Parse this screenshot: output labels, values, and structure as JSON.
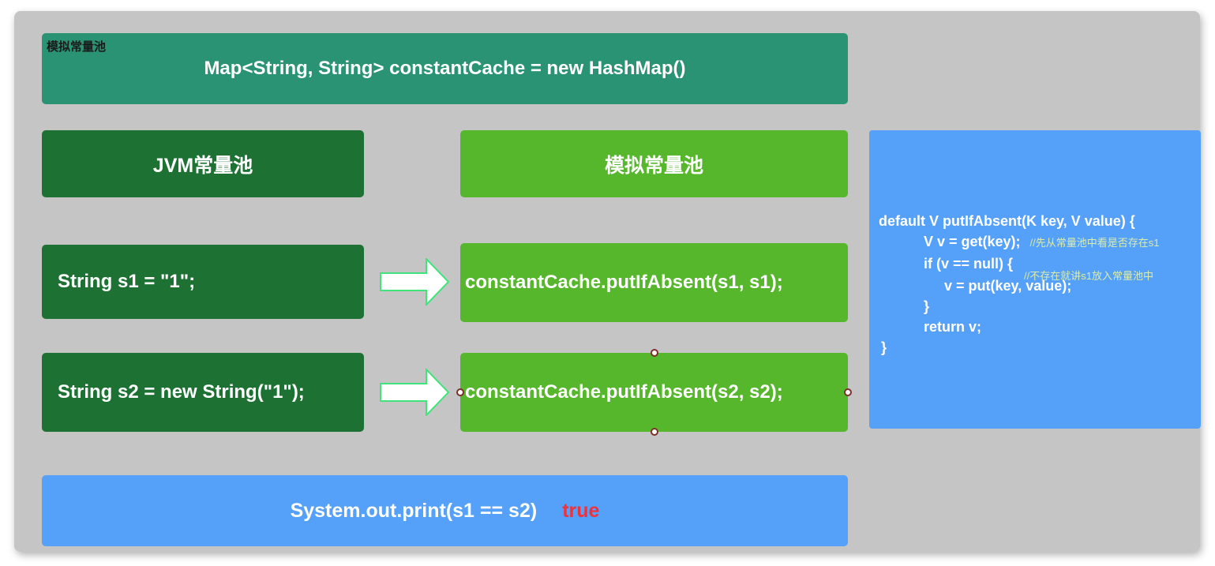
{
  "banner": {
    "label": "模拟常量池",
    "code": "Map<String, String> constantCache = new HashMap()"
  },
  "headers": {
    "jvm_pool": "JVM常量池",
    "sim_pool": "模拟常量池"
  },
  "rows": [
    {
      "left": "String s1 = \"1\";",
      "right": "constantCache.putIfAbsent(s1, s1);"
    },
    {
      "left": "String s2 = new String(\"1\");",
      "right": "constantCache.putIfAbsent(s2, s2);"
    }
  ],
  "code_box": {
    "line1": "default V putIfAbsent(K key, V value) {",
    "line2": "V v = get(key);",
    "line2_comment": "//先从常量池中看是否存在s1",
    "line3": "if (v == null) {",
    "line3_comment": "//不存在就讲s1放入常量池中",
    "line4": "v = put(key, value);",
    "line5": "}",
    "line6": "return v;",
    "line7": "}"
  },
  "result": {
    "statement": "System.out.print(s1 == s2)",
    "value": "true"
  },
  "colors": {
    "teal_banner": "#2a9373",
    "dark_green": "#1d7233",
    "light_green": "#56b62c",
    "blue": "#55a0f8",
    "result_true_red": "#f43038",
    "comment_text": "#dcedaa",
    "arrow_outline": "#40e47b",
    "canvas_gray": "#c5c5c6",
    "handle_ring": "#7d2f2b"
  }
}
